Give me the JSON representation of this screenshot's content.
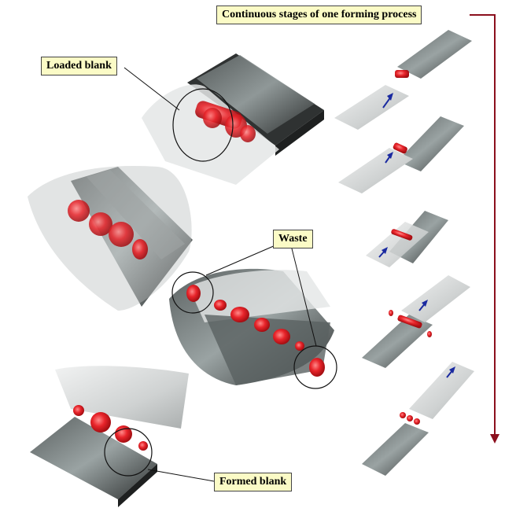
{
  "labels": {
    "process_title": "Continuous stages of one forming process",
    "loaded_blank": "Loaded blank",
    "waste": "Waste",
    "formed_blank": "Formed blank"
  },
  "colors": {
    "blank_red": "#e8242a",
    "die_dark": "#3a3d3d",
    "die_light": "#d9dbdb",
    "arrow_dark_red": "#8b0f1d",
    "arrow_blue": "#1a2aa0",
    "label_fill": "#fbfbc6"
  },
  "diagram": {
    "stage_count": 5,
    "flow_direction": "top-to-bottom"
  }
}
